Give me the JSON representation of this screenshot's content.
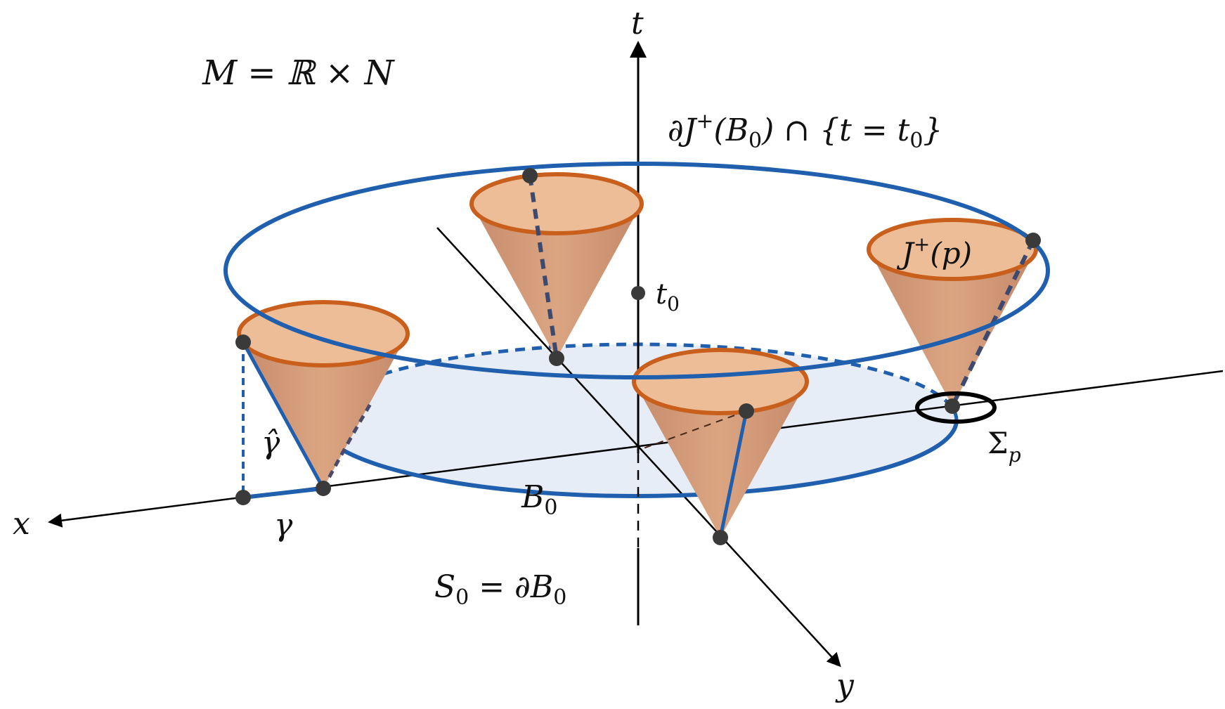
{
  "labels": {
    "manifold": "M = ℝ × N",
    "axis_t": "t",
    "axis_x": "x",
    "axis_y": "y",
    "t0": "t",
    "t0_sub": "0",
    "boundary_j": "∂J",
    "boundary_j_sup": "+",
    "boundary_j_rest": "(B",
    "boundary_j_sub": "0",
    "boundary_j_tail": ") ∩ {t = t",
    "boundary_j_sub2": "0",
    "boundary_j_end": "}",
    "cone_label": "J",
    "cone_label_sup": "+",
    "cone_label_rest": "(p)",
    "sigma": "Σ",
    "sigma_sub": "p",
    "gamma_hat": "γ̂",
    "gamma": "γ",
    "b0": "B",
    "b0_sub": "0",
    "s0": "S",
    "s0_sub": "0",
    "s0_rest": " = ∂B",
    "s0_sub2": "0"
  },
  "colors": {
    "blue": "#1f5fae",
    "orange": "#c85f1c",
    "cone_fill": "#d9a07c",
    "cone_top": "#edbd97",
    "disk_fill": "#e3ebf5",
    "dot": "#3a3a3a",
    "axis": "#000000"
  }
}
